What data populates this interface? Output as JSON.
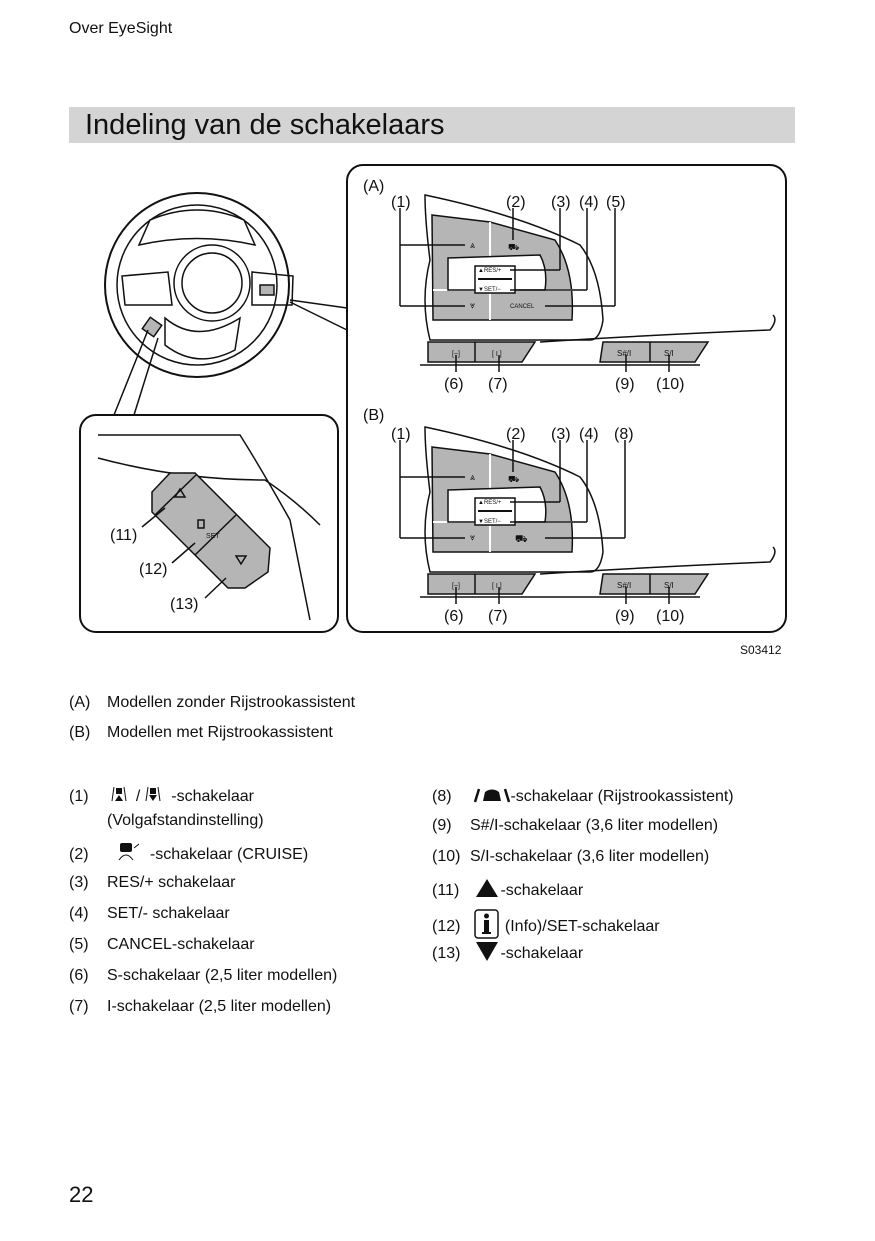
{
  "header": {
    "section": "Over EyeSight"
  },
  "title": "Indeling van de schakelaars",
  "figure": {
    "code": "S03412",
    "panel_a": {
      "label": "(A)",
      "callouts": [
        "(1)",
        "(2)",
        "(3)",
        "(4)",
        "(5)",
        "(6)",
        "(7)",
        "(9)",
        "(10)"
      ],
      "res": "▲RES/+",
      "set": "▼SET/−",
      "cancel": "CANCEL"
    },
    "panel_b": {
      "label": "(B)",
      "callouts": [
        "(1)",
        "(2)",
        "(3)",
        "(4)",
        "(8)",
        "(6)",
        "(7)",
        "(9)",
        "(10)"
      ],
      "res": "▲RES/+",
      "set": "▼SET/−"
    },
    "inset": {
      "callouts": [
        "(11)",
        "(12)",
        "(13)"
      ],
      "set": "SET"
    }
  },
  "legend": [
    {
      "key": "(A)",
      "text": "Modellen zonder Rijstrookassistent"
    },
    {
      "key": "(B)",
      "text": "Modellen met Rijstrookassistent"
    }
  ],
  "items_left": [
    {
      "num": "(1)",
      "icon": "distance-up-down-icon",
      "text": "-schakelaar",
      "sep": "/",
      "sub": "(Volgafstandinstelling)"
    },
    {
      "num": "(2)",
      "icon": "cruise-icon",
      "text": "-schakelaar (CRUISE)"
    },
    {
      "num": "(3)",
      "text": "RES/+ schakelaar"
    },
    {
      "num": "(4)",
      "text": "SET/- schakelaar"
    },
    {
      "num": "(5)",
      "text": "CANCEL-schakelaar"
    },
    {
      "num": "(6)",
      "text": "S-schakelaar (2,5 liter modellen)"
    },
    {
      "num": "(7)",
      "text": "I-schakelaar (2,5 liter modellen)"
    }
  ],
  "items_right": [
    {
      "num": "(8)",
      "icon": "lane-assist-icon",
      "text": "-schakelaar (Rijstrookassistent)"
    },
    {
      "num": "(9)",
      "text": "S#/I-schakelaar (3,6 liter modellen)"
    },
    {
      "num": "(10)",
      "text": "S/I-schakelaar (3,6 liter modellen)"
    },
    {
      "num": "(11)",
      "icon": "triangle-up-icon",
      "text": "-schakelaar"
    },
    {
      "num": "(12)",
      "icon": "info-icon",
      "text": "(Info)/SET-schakelaar"
    },
    {
      "num": "(13)",
      "icon": "triangle-down-icon",
      "text": "-schakelaar"
    }
  ],
  "page_number": "22"
}
